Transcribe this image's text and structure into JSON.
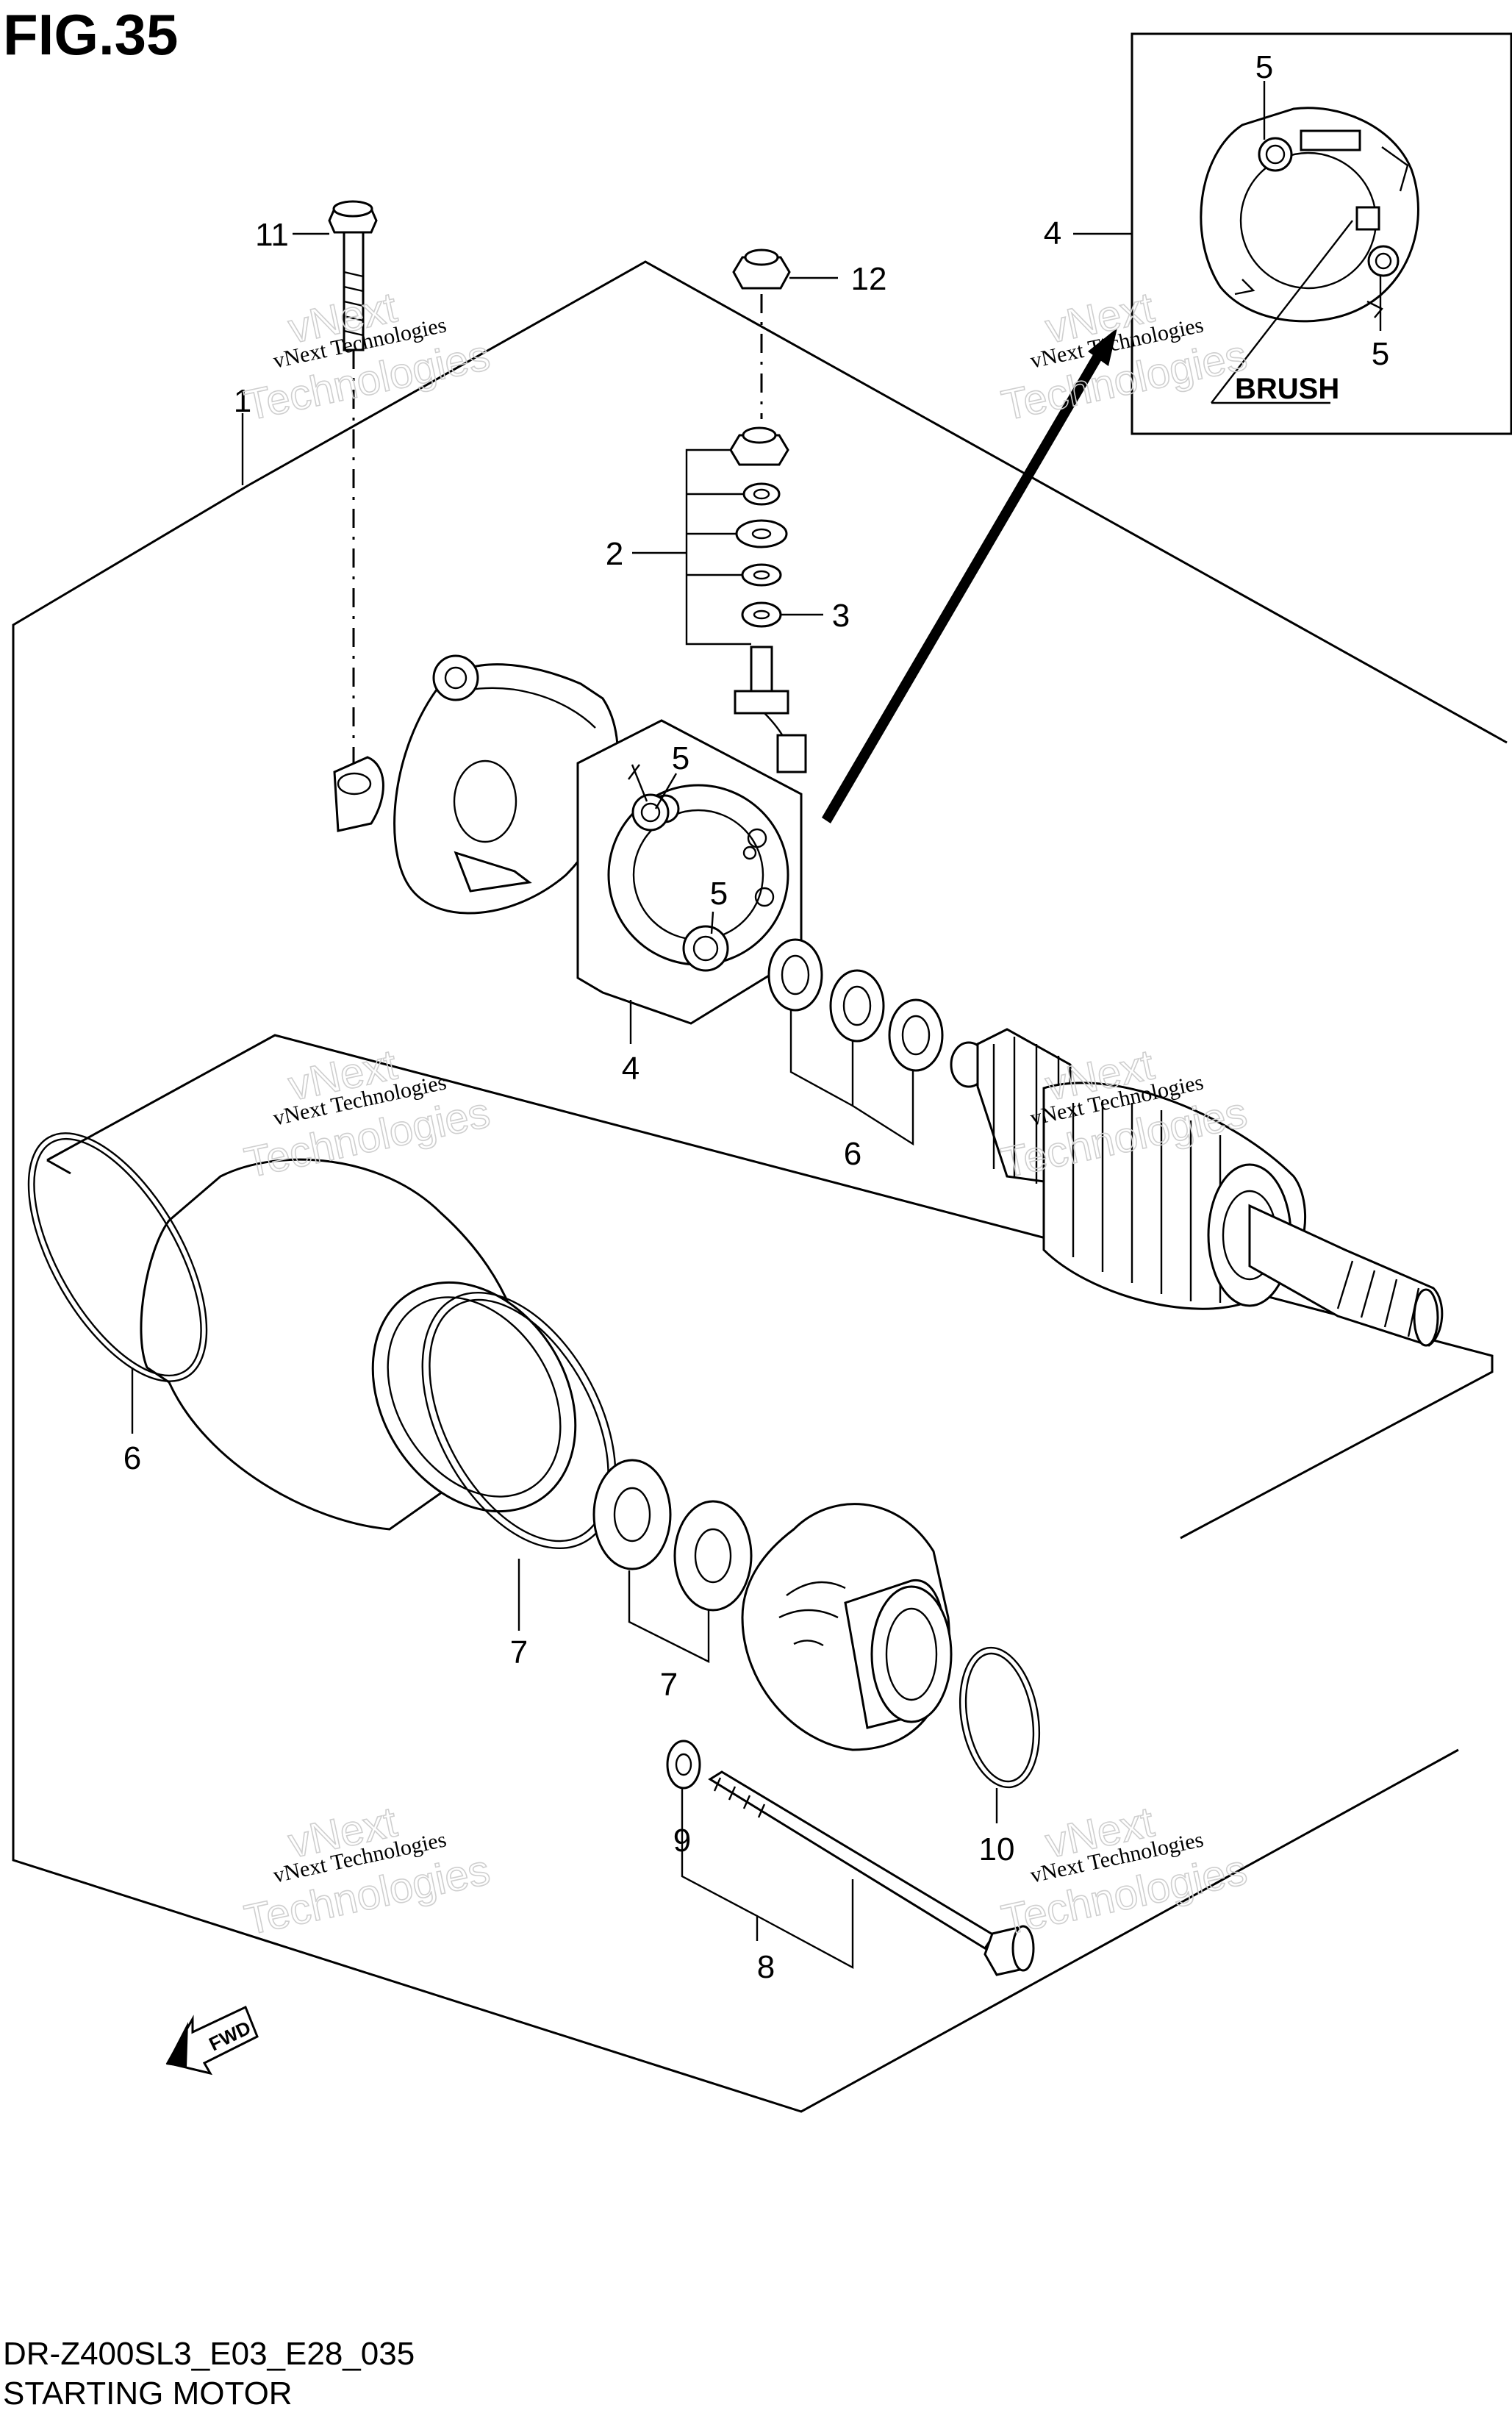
{
  "figure": {
    "number": "FIG.35",
    "code": "DR-Z400SL3_E03_E28_035",
    "name": "STARTING MOTOR"
  },
  "inset": {
    "note": "BRUSH",
    "callouts": [
      "4",
      "5",
      "5"
    ]
  },
  "callouts": [
    {
      "id": "c1",
      "label": "1"
    },
    {
      "id": "c2",
      "label": "2"
    },
    {
      "id": "c3",
      "label": "3"
    },
    {
      "id": "c4",
      "label": "4"
    },
    {
      "id": "c5a",
      "label": "5"
    },
    {
      "id": "c5b",
      "label": "5"
    },
    {
      "id": "c6a",
      "label": "6"
    },
    {
      "id": "c6b",
      "label": "6"
    },
    {
      "id": "c7a",
      "label": "7"
    },
    {
      "id": "c7b",
      "label": "7"
    },
    {
      "id": "c8",
      "label": "8"
    },
    {
      "id": "c9",
      "label": "9"
    },
    {
      "id": "c10",
      "label": "10"
    },
    {
      "id": "c11",
      "label": "11"
    },
    {
      "id": "c12",
      "label": "12"
    }
  ],
  "fwd_arrow": "FWD",
  "watermark": {
    "line1": "vNext Technologies",
    "line2": "vNext",
    "line3": "Technologies"
  }
}
